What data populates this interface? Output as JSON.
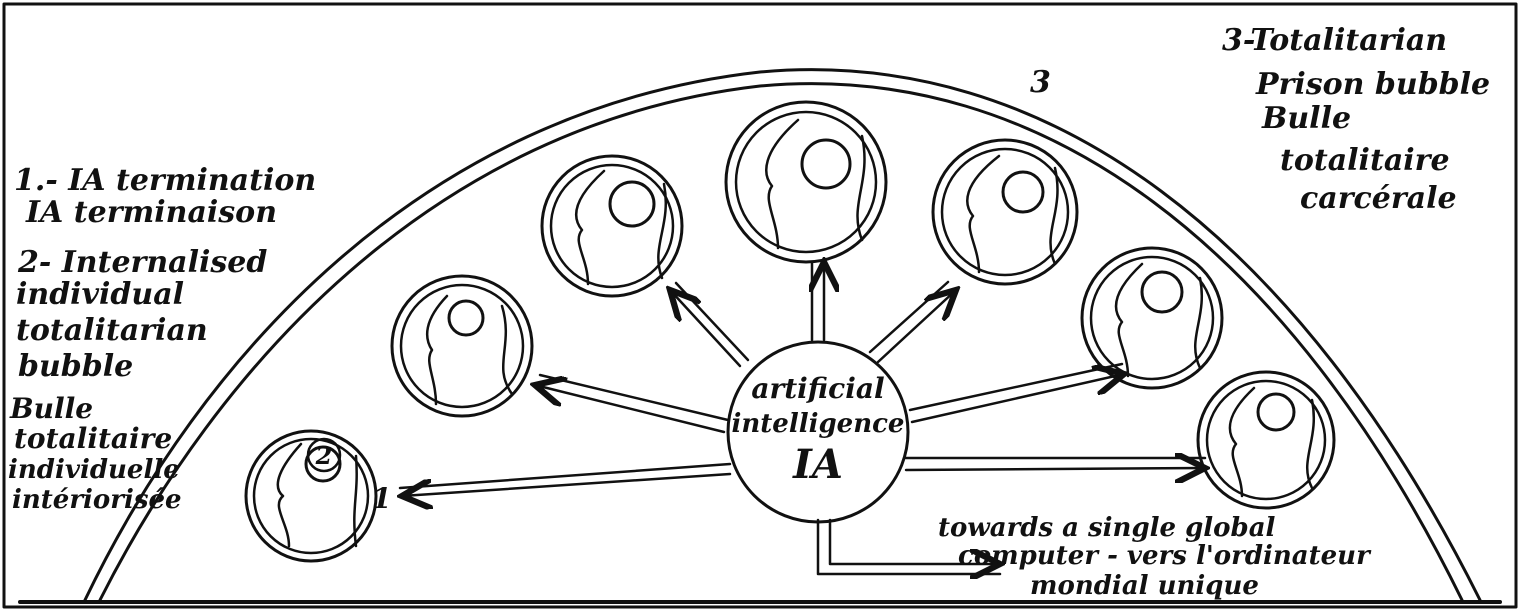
{
  "left_legend": {
    "line1": "1.- IA termination",
    "line2": "IA terminaison",
    "line3": "2- Internalised",
    "line4": "individual",
    "line5": "totalitarian",
    "line6": "bubble",
    "line7": "Bulle",
    "line8": "totalitaire",
    "line9": "individuelle",
    "line10": "intériorisée"
  },
  "right_legend": {
    "line1": "3-Totalitarian",
    "line2": "Prison bubble",
    "line3": "Bulle",
    "line4": "totalitaire",
    "line5": "carcérale"
  },
  "center": {
    "line1": "artificial",
    "line2": "intelligence",
    "line3": "IA"
  },
  "markers": {
    "bubble_number": "3",
    "internal_number": "2",
    "termination_number": "1"
  },
  "bottom_note": {
    "line1": "towards a single global",
    "line2": "computer - vers l'ordinateur",
    "line3": "mondial unique"
  }
}
